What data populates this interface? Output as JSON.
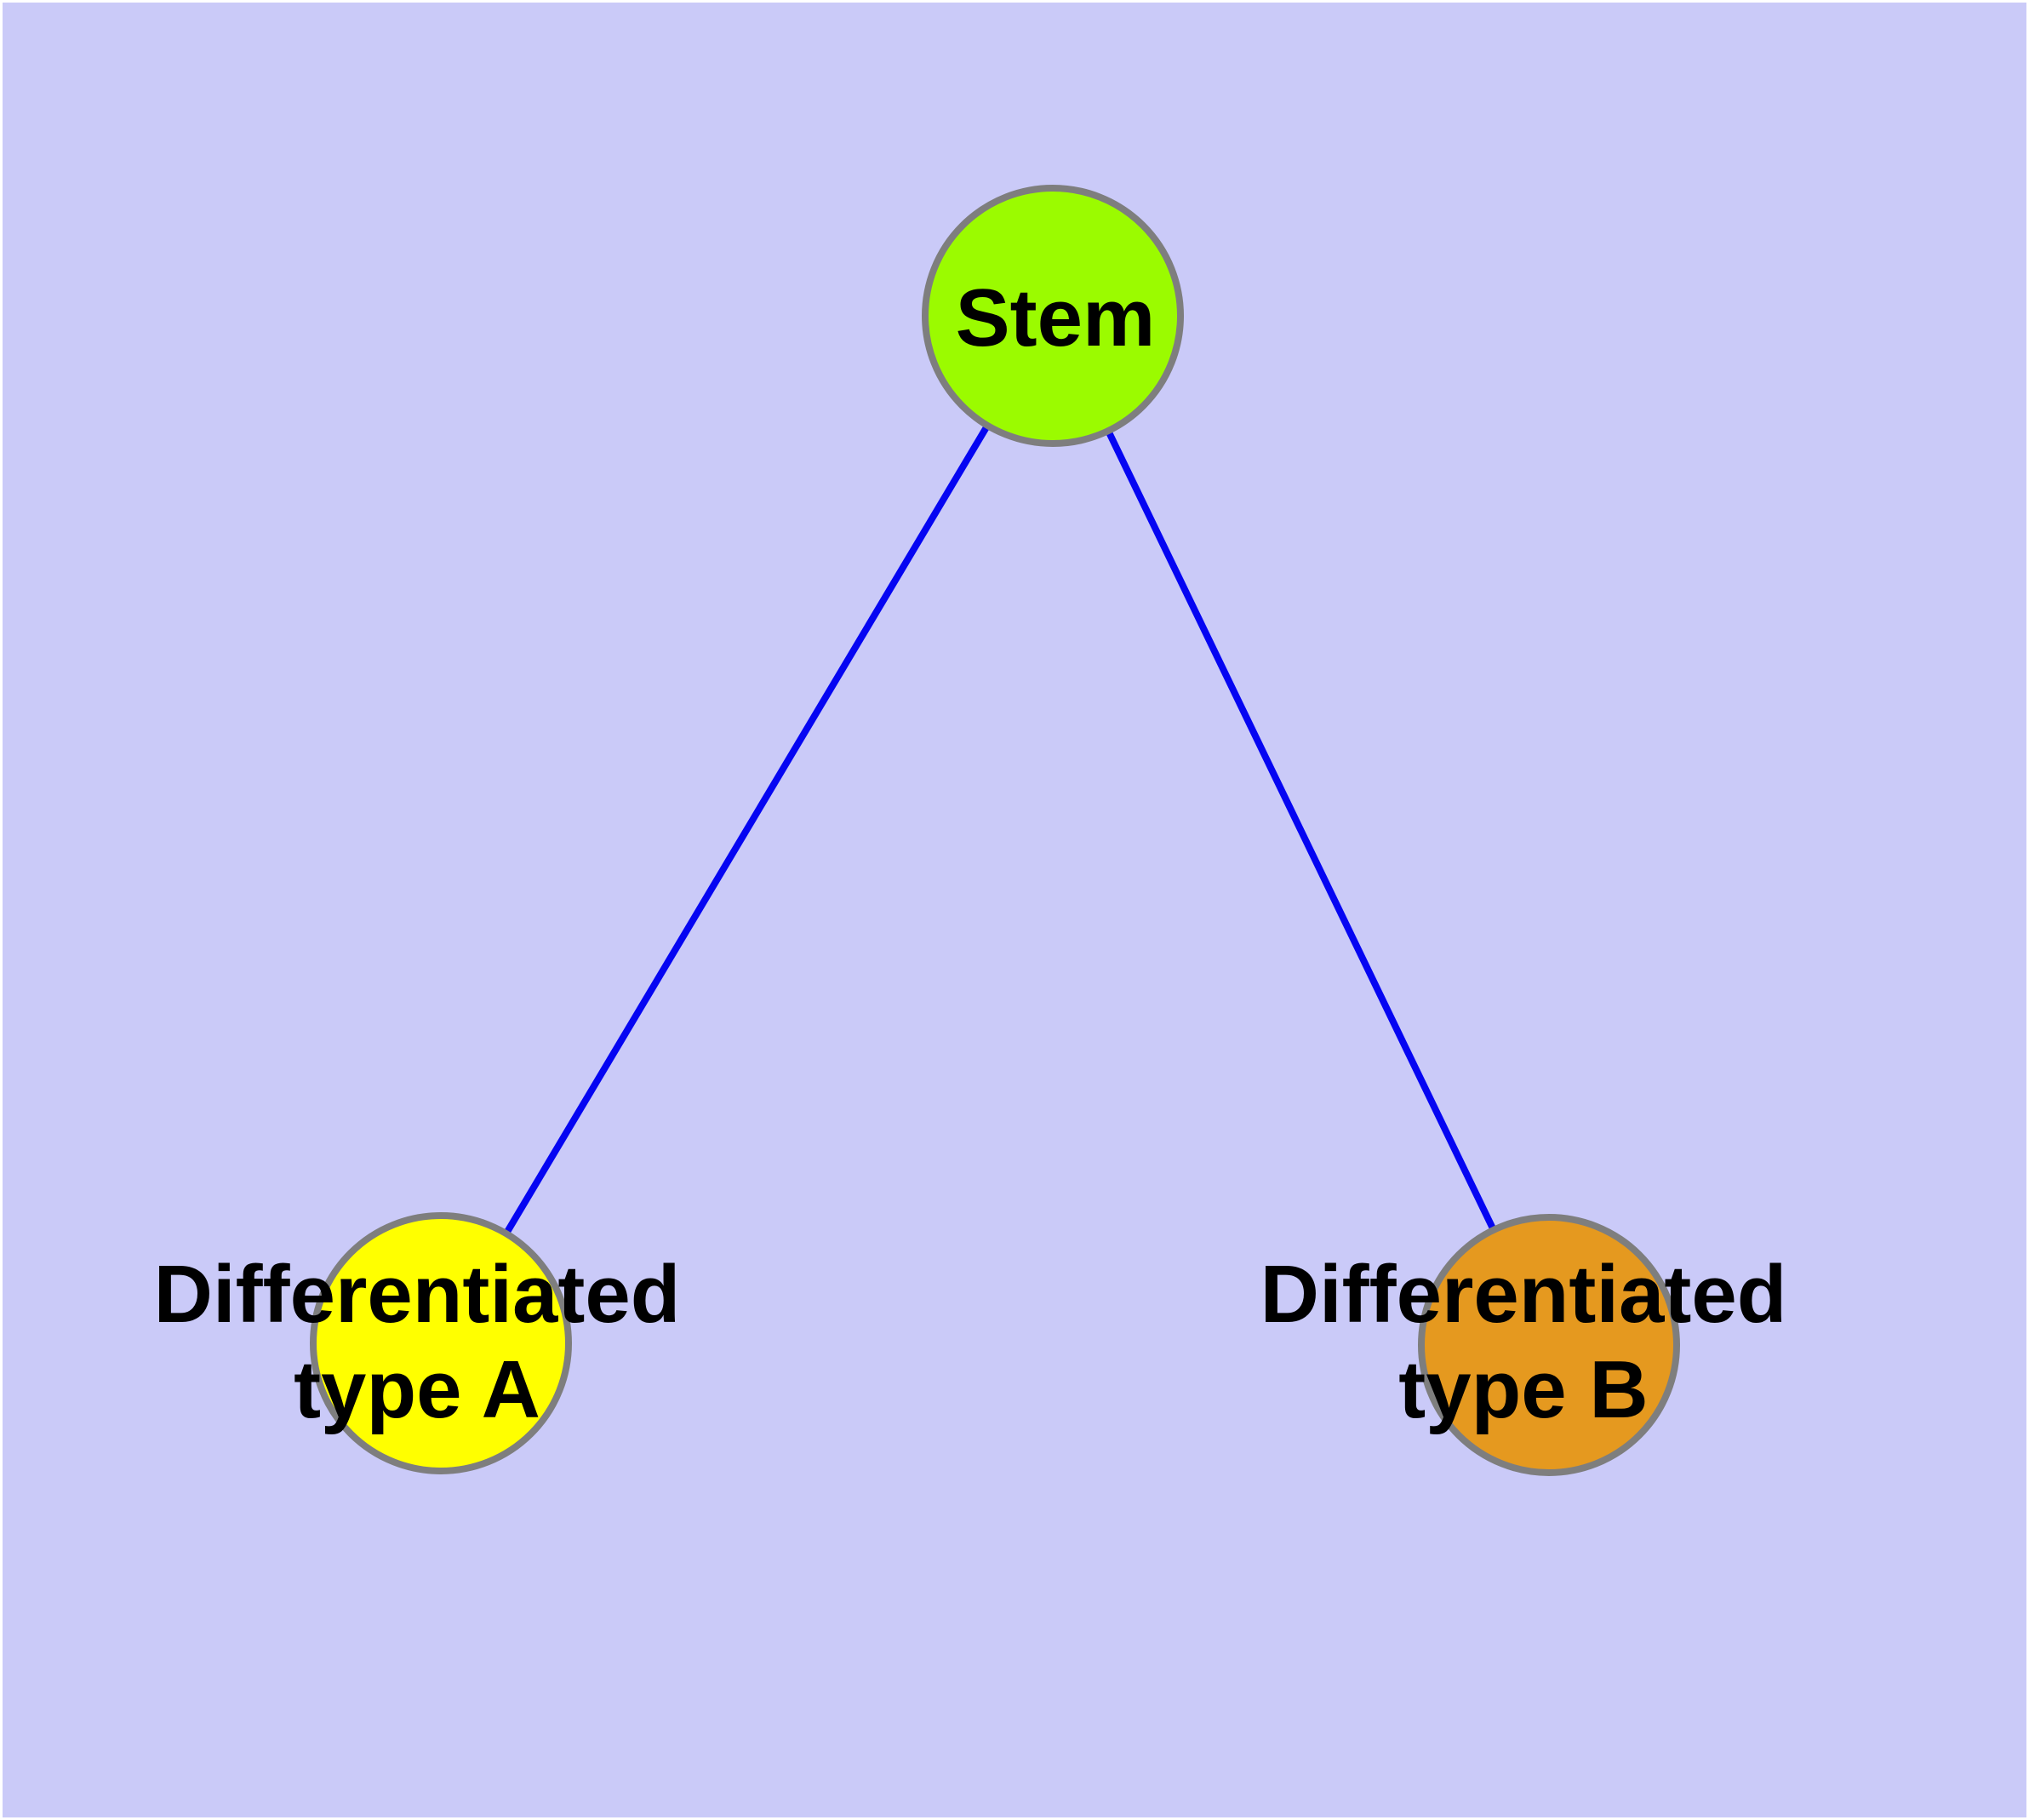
{
  "diagram": {
    "background_color": "#CACAF8",
    "frame_color": "#FFFFFF",
    "edge_color": "#0505F2",
    "edge_width": 8,
    "node_border_color": "#7E7E7E",
    "label_color": "#000000",
    "nodes": [
      {
        "id": "stem",
        "label": "Stem",
        "fill": "#9BFB00"
      },
      {
        "id": "differentiated-type-a",
        "label_line1": "Differentiated",
        "label_line2": "type A",
        "fill": "#FFFF00"
      },
      {
        "id": "differentiated-type-b",
        "label_line1": "Differentiated",
        "label_line2": "type B",
        "fill": "#E5991F"
      }
    ],
    "edges": [
      {
        "from": "stem",
        "to": "differentiated-type-a"
      },
      {
        "from": "stem",
        "to": "differentiated-type-b"
      }
    ]
  }
}
